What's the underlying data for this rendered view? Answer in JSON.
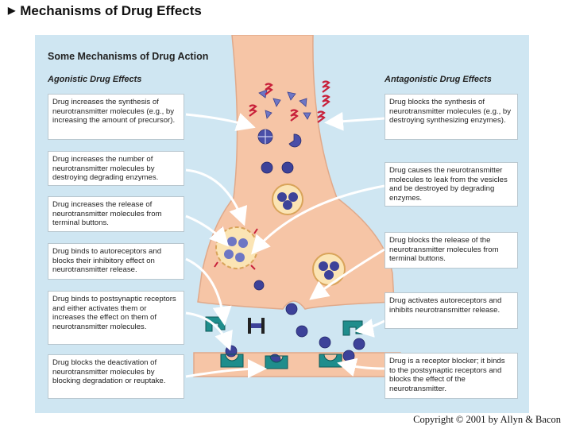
{
  "slide": {
    "title": "Mechanisms of Drug Effects",
    "bullet_icon": "right-triangle-icon"
  },
  "panel": {
    "title": "Some Mechanisms of Drug Action",
    "agonistic_heading": "Agonistic Drug Effects",
    "antagonistic_heading": "Antagonistic Drug Effects",
    "background_color": "#cfe6f2",
    "terminal_color": "#f6c5a6"
  },
  "agonistic": [
    "Drug increases the synthesis of neurotransmitter molecules (e.g., by increasing the amount of precursor).",
    "Drug increases the number of neurotransmitter molecules by destroying degrading enzymes.",
    "Drug increases the release of neurotransmitter molecules from terminal buttons.",
    "Drug binds to autoreceptors and blocks their inhibitory effect on neurotransmitter release.",
    "Drug binds to postsynaptic receptors and either activates them or increases the effect on them of neurotransmitter molecules.",
    "Drug blocks the deactivation of neurotransmitter molecules by blocking degradation or reuptake."
  ],
  "antagonistic": [
    "Drug blocks the synthesis of neurotransmitter molecules (e.g., by destroying synthesizing enzymes).",
    "Drug causes the neurotransmitter molecules to leak from the vesicles and be destroyed by degrading enzymes.",
    "Drug blocks the release of the neurotransmitter molecules from terminal buttons.",
    "Drug activates autoreceptors and inhibits neurotransmitter release.",
    "Drug is a receptor blocker; it binds to the postsynaptic receptors and blocks the effect of the neurotransmitter."
  ],
  "copyright": "Copyright © 2001 by Allyn & Bacon"
}
